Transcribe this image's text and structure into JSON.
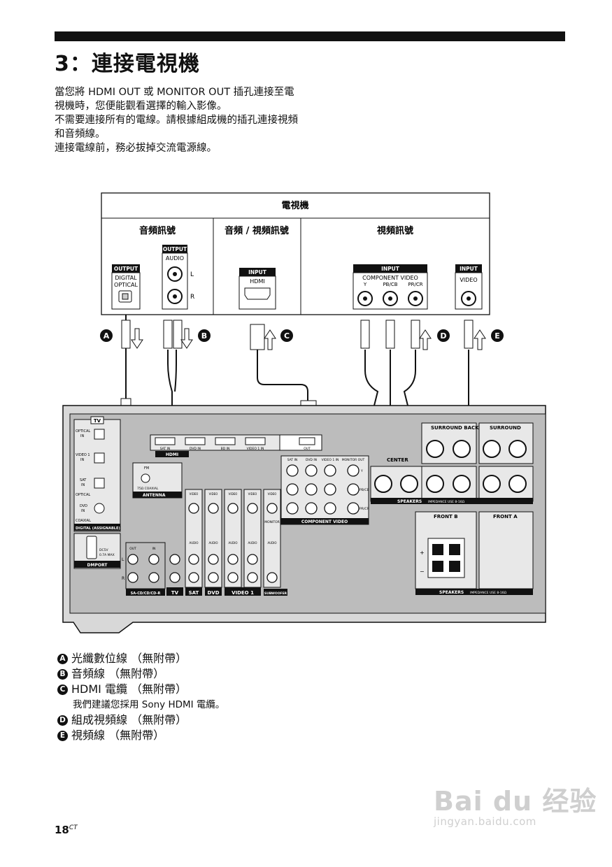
{
  "page": {
    "title": "3：連接電視機",
    "intro": [
      "當您將 HDMI OUT 或 MONITOR OUT 插孔連接至電視機時，您便能觀看選擇的輸入影像。",
      "不需要連接所有的電線。請根據組成機的插孔連接視頻和音頻線。",
      "連接電線前，務必拔掉交流電源線。"
    ],
    "page_number": "18",
    "page_suffix": "CT"
  },
  "diagram": {
    "tv_label": "電視機",
    "section_audio": "音頻訊號",
    "section_av": "音頻 / 視頻訊號",
    "section_video": "視頻訊號",
    "tv_output": "OUTPUT",
    "tv_digital_optical": [
      "DIGITAL",
      "OPTICAL"
    ],
    "tv_audio": "AUDIO",
    "tv_l": "L",
    "tv_r": "R",
    "tv_input": "INPUT",
    "tv_hdmi": "HDMI",
    "tv_component": "COMPONENT VIDEO",
    "tv_component_jacks": [
      "Y",
      "PB/CB",
      "PR/CR"
    ],
    "tv_video": "VIDEO",
    "cable_letters": [
      "A",
      "B",
      "C",
      "D",
      "E"
    ],
    "receiver": {
      "tv_box": "TV",
      "optical_in": [
        "OPTICAL",
        "IN"
      ],
      "video1_in": [
        "VIDEO 1",
        "IN"
      ],
      "sat_in": [
        "SAT",
        "IN"
      ],
      "optical2": "OPTICAL",
      "dvd_in": [
        "DVD",
        "IN"
      ],
      "coaxial": "COAXIAL",
      "digital_assignable": "DIGITAL (ASSIGNABLE)",
      "dc_label": [
        "DC5V",
        "0.7A MAX"
      ],
      "dmport": "DMPORT",
      "hdmi_label": "HDMI",
      "hdmi_inputs": [
        "SAT IN",
        "DVD IN",
        "BD IN",
        "VIDEO 1 IN"
      ],
      "hdmi_out": "OUT",
      "fm": "FM",
      "coaxial_75": "75Ω COAXIAL",
      "antenna": "ANTENNA",
      "comp_inputs": [
        "SAT IN",
        "DVD IN",
        "VIDEO 1 IN",
        "MONITOR OUT"
      ],
      "comp_label": "COMPONENT VIDEO",
      "comp_side": [
        "Y",
        "PB/CB",
        "PR/CR"
      ],
      "video_in": [
        "VIDEO",
        "IN"
      ],
      "video_out": [
        "VIDEO",
        "OUT"
      ],
      "audio_in": [
        "AUDIO",
        "IN"
      ],
      "audio_out": [
        "AUDIO",
        "OUT"
      ],
      "monitor": "MONITOR",
      "sacd_out": "OUT",
      "sacd_in": "IN",
      "lr": [
        "L",
        "R"
      ],
      "bottom_labels": [
        "SA-CD/CD/CD-R",
        "TV",
        "SAT",
        "DVD",
        "VIDEO 1",
        "SUBWOOFER"
      ],
      "surround_back": "SURROUND BACK",
      "surround": "SURROUND",
      "center": "CENTER",
      "speakers": "SPEAKERS",
      "impedance": "IMPEDANCE USE 8-16Ω",
      "front_b": "FRONT B",
      "front_a": "FRONT A",
      "plus": "+",
      "minus": "−"
    }
  },
  "legend": [
    {
      "letter": "A",
      "text": "光纖數位線 （無附帶）"
    },
    {
      "letter": "B",
      "text": "音頻線 （無附帶）"
    },
    {
      "letter": "C",
      "text": "HDMI 電纜 （無附帶）"
    },
    {
      "letter": "",
      "text": "我們建議您採用 Sony HDMI 電纜。"
    },
    {
      "letter": "D",
      "text": "組成視頻線 （無附帶）"
    },
    {
      "letter": "E",
      "text": "視頻線 （無附帶）"
    }
  ],
  "watermark": {
    "main": "Bai du 经验",
    "sub": "jingyan.baidu.com"
  }
}
